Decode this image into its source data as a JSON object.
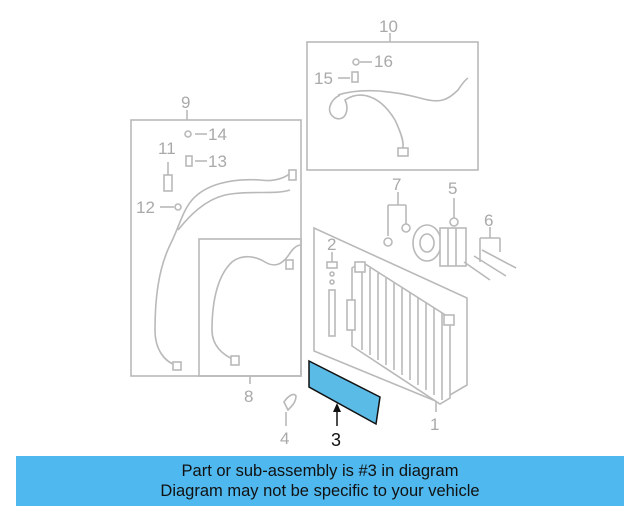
{
  "diagram": {
    "callouts": {
      "c1": "1",
      "c2": "2",
      "c3": "3",
      "c4": "4",
      "c5": "5",
      "c6": "6",
      "c7": "7",
      "c8": "8",
      "c9": "9",
      "c10": "10",
      "c11": "11",
      "c12": "12",
      "c13": "13",
      "c14": "14",
      "c15": "15",
      "c16": "16"
    },
    "highlight_color": "#5bbbe7",
    "highlighted_part": "3"
  },
  "banner": {
    "line1": "Part or sub-assembly is #3 in diagram",
    "line2": "Diagram may not be specific to your vehicle",
    "background": "#4fb8ee"
  }
}
